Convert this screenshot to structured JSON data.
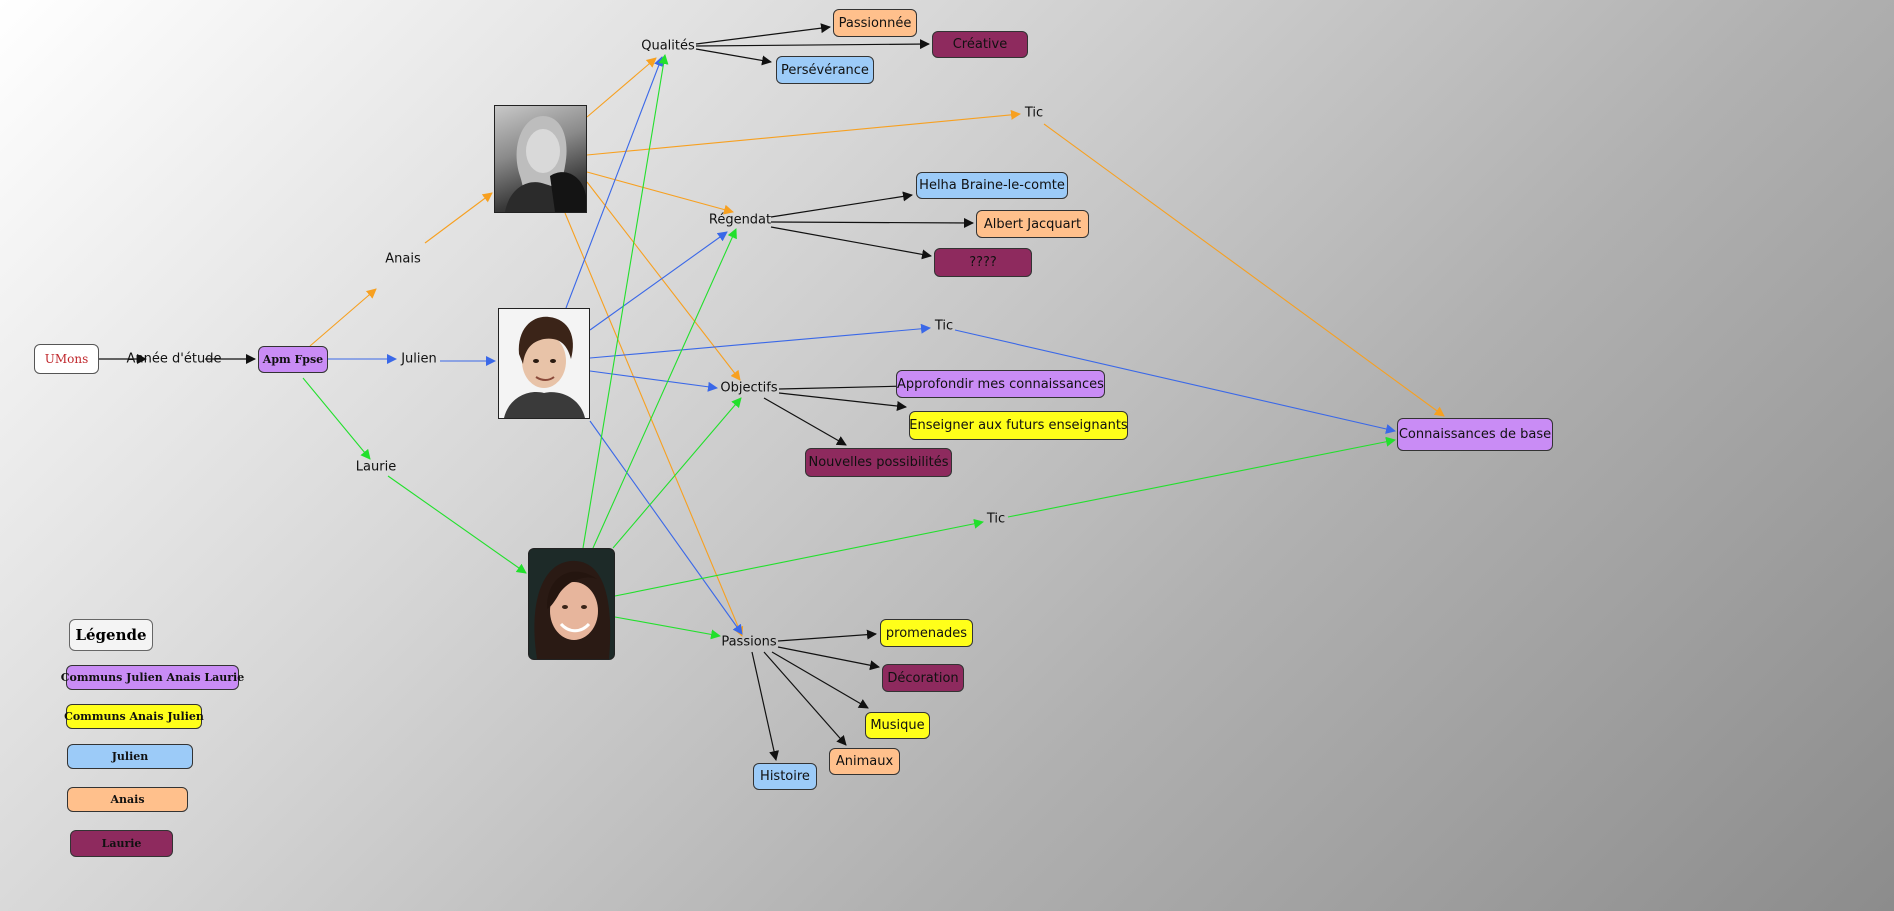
{
  "colors": {
    "commons_all": "#c98cf5",
    "commons_anais_julien": "#ffff1a",
    "julien": "#9ccbf8",
    "anais": "#ffc08c",
    "laurie": "#8e2a5e",
    "edge_black": "#111111",
    "edge_anais": "#f7a020",
    "edge_julien": "#3a68e8",
    "edge_laurie": "#22e02c"
  },
  "nodes": {
    "umons": "UMons",
    "annee": "Année d'étude",
    "apm": "Apm Fpse",
    "anais": "Anais",
    "julien": "Julien",
    "laurie": "Laurie",
    "qualites": "Qualités",
    "regendat": "Régendat",
    "objectifs": "Objectifs",
    "passions": "Passions",
    "tic1": "Tic",
    "tic2": "Tic",
    "tic3": "Tic",
    "passionnee": "Passionnée",
    "creative": "Créative",
    "perseverance": "Persévérance",
    "helha": "Helha Braine-le-comte",
    "albert": "Albert Jacquart",
    "qqqq": "????",
    "approfondir": "Approfondir mes connaissances",
    "enseigner": "Enseigner aux futurs enseignants",
    "nouvelles": "Nouvelles possibilités",
    "connaissances": "Connaissances de base",
    "promenades": "promenades",
    "decoration": "Décoration",
    "musique": "Musique",
    "animaux": "Animaux",
    "histoire": "Histoire"
  },
  "legend": {
    "title": "Légende",
    "items": [
      "Communs Julien Anais Laurie",
      "Communs Anais Julien",
      "Julien",
      "Anais",
      "Laurie"
    ]
  }
}
